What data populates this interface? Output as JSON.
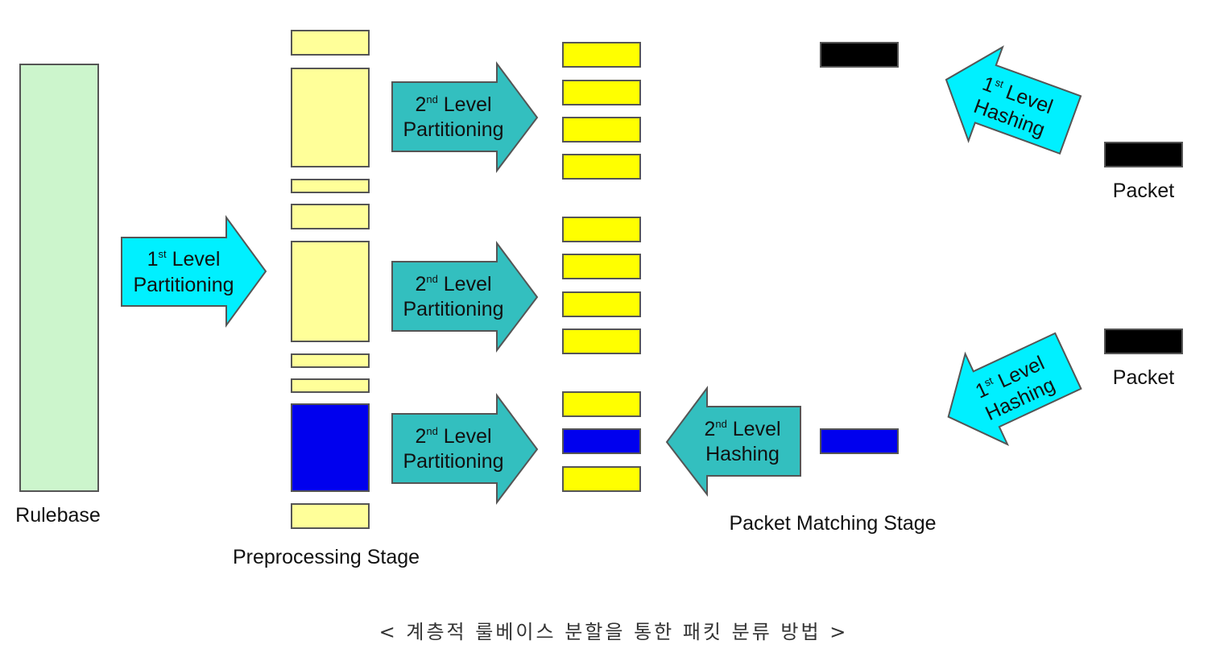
{
  "colors": {
    "rulebase_fill": "#ccf5cc",
    "partition_fill": "#ffff99",
    "bucket_fill": "#ffff00",
    "highlight_fill": "#0000ee",
    "packet_fill": "#000000",
    "first_level_arrow": "#00f0ff",
    "second_level_arrow": "#33bfbf",
    "stroke": "#555555"
  },
  "labels": {
    "rulebase": "Rulebase",
    "preprocessing_stage": "Preprocessing Stage",
    "packet_matching_stage": "Packet Matching Stage",
    "packet_top": "Packet",
    "packet_bottom": "Packet",
    "caption": "< 계층적 룰베이스 분할을 통한 패킷 분류 방법 >"
  },
  "arrows": {
    "first_partition": {
      "num": "1",
      "sup": "st",
      "word": " Level",
      "line2": "Partitioning"
    },
    "second_partition_1": {
      "num": "2",
      "sup": "nd",
      "word": " Level",
      "line2": "Partitioning"
    },
    "second_partition_2": {
      "num": "2",
      "sup": "nd",
      "word": " Level",
      "line2": "Partitioning"
    },
    "second_partition_3": {
      "num": "2",
      "sup": "nd",
      "word": " Level",
      "line2": "Partitioning"
    },
    "second_hashing": {
      "num": "2",
      "sup": "nd",
      "word": " Level",
      "line2": "Hashing"
    },
    "first_hashing_top": {
      "num": "1",
      "sup": "st",
      "word": " Level",
      "line2": "Hashing"
    },
    "first_hashing_bottom": {
      "num": "1",
      "sup": "st",
      "word": " Level",
      "line2": "Hashing"
    }
  }
}
